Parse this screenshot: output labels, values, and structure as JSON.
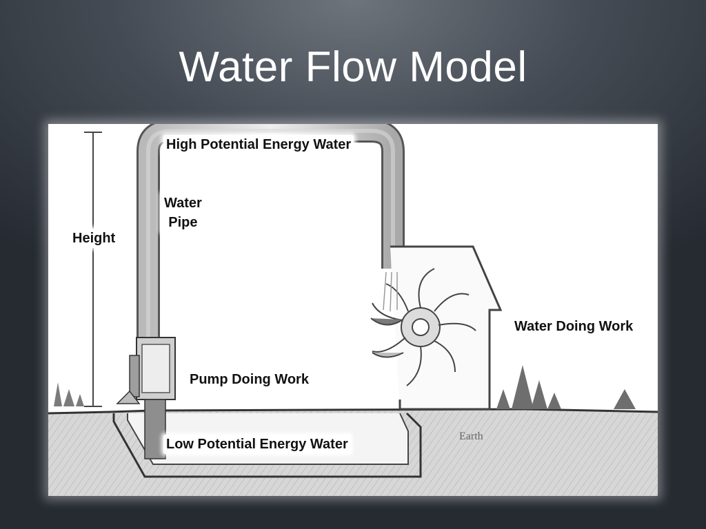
{
  "title": "Water Flow Model",
  "labels": {
    "high_potential": "High Potential Energy Water",
    "water_pipe_line1": "Water",
    "water_pipe_line2": "Pipe",
    "height": "Height",
    "water_doing_work": "Water Doing Work",
    "pump_doing_work": "Pump Doing Work",
    "low_potential": "Low Potential Energy Water",
    "earth": "Earth"
  },
  "colors": {
    "background_top": "#6e747c",
    "background_bottom": "#262b32",
    "title": "#ffffff",
    "sketch_line": "#444444"
  }
}
